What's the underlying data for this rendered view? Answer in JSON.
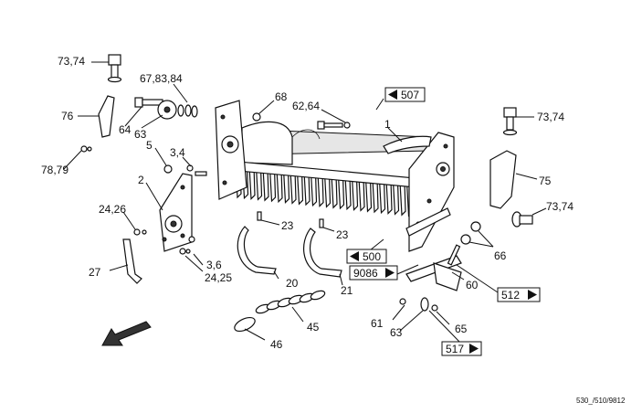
{
  "labels": {
    "p7374a": "73,74",
    "p76": "76",
    "p7879": "78,79",
    "p64": "64",
    "p63": "63",
    "p678384": "67,83,84",
    "p68": "68",
    "p6264": "62,64",
    "p1": "1",
    "p7374b": "73,74",
    "p75": "75",
    "p7374c": "73,74",
    "p5": "5",
    "p34": "3,4",
    "p2": "2",
    "p2426a": "24,26",
    "p23a": "23",
    "p23b": "23",
    "p66": "66",
    "p27": "27",
    "p36": "3,6",
    "p2425": "24,25",
    "p20": "20",
    "p21": "21",
    "p60": "60",
    "p61": "61",
    "p63b": "63",
    "p65": "65",
    "p45": "45",
    "p46": "46"
  },
  "refs": {
    "r507": "507",
    "r500": "500",
    "r9086": "9086",
    "r512": "512",
    "r517": "517"
  },
  "drawing_code": "530_/510/9812"
}
